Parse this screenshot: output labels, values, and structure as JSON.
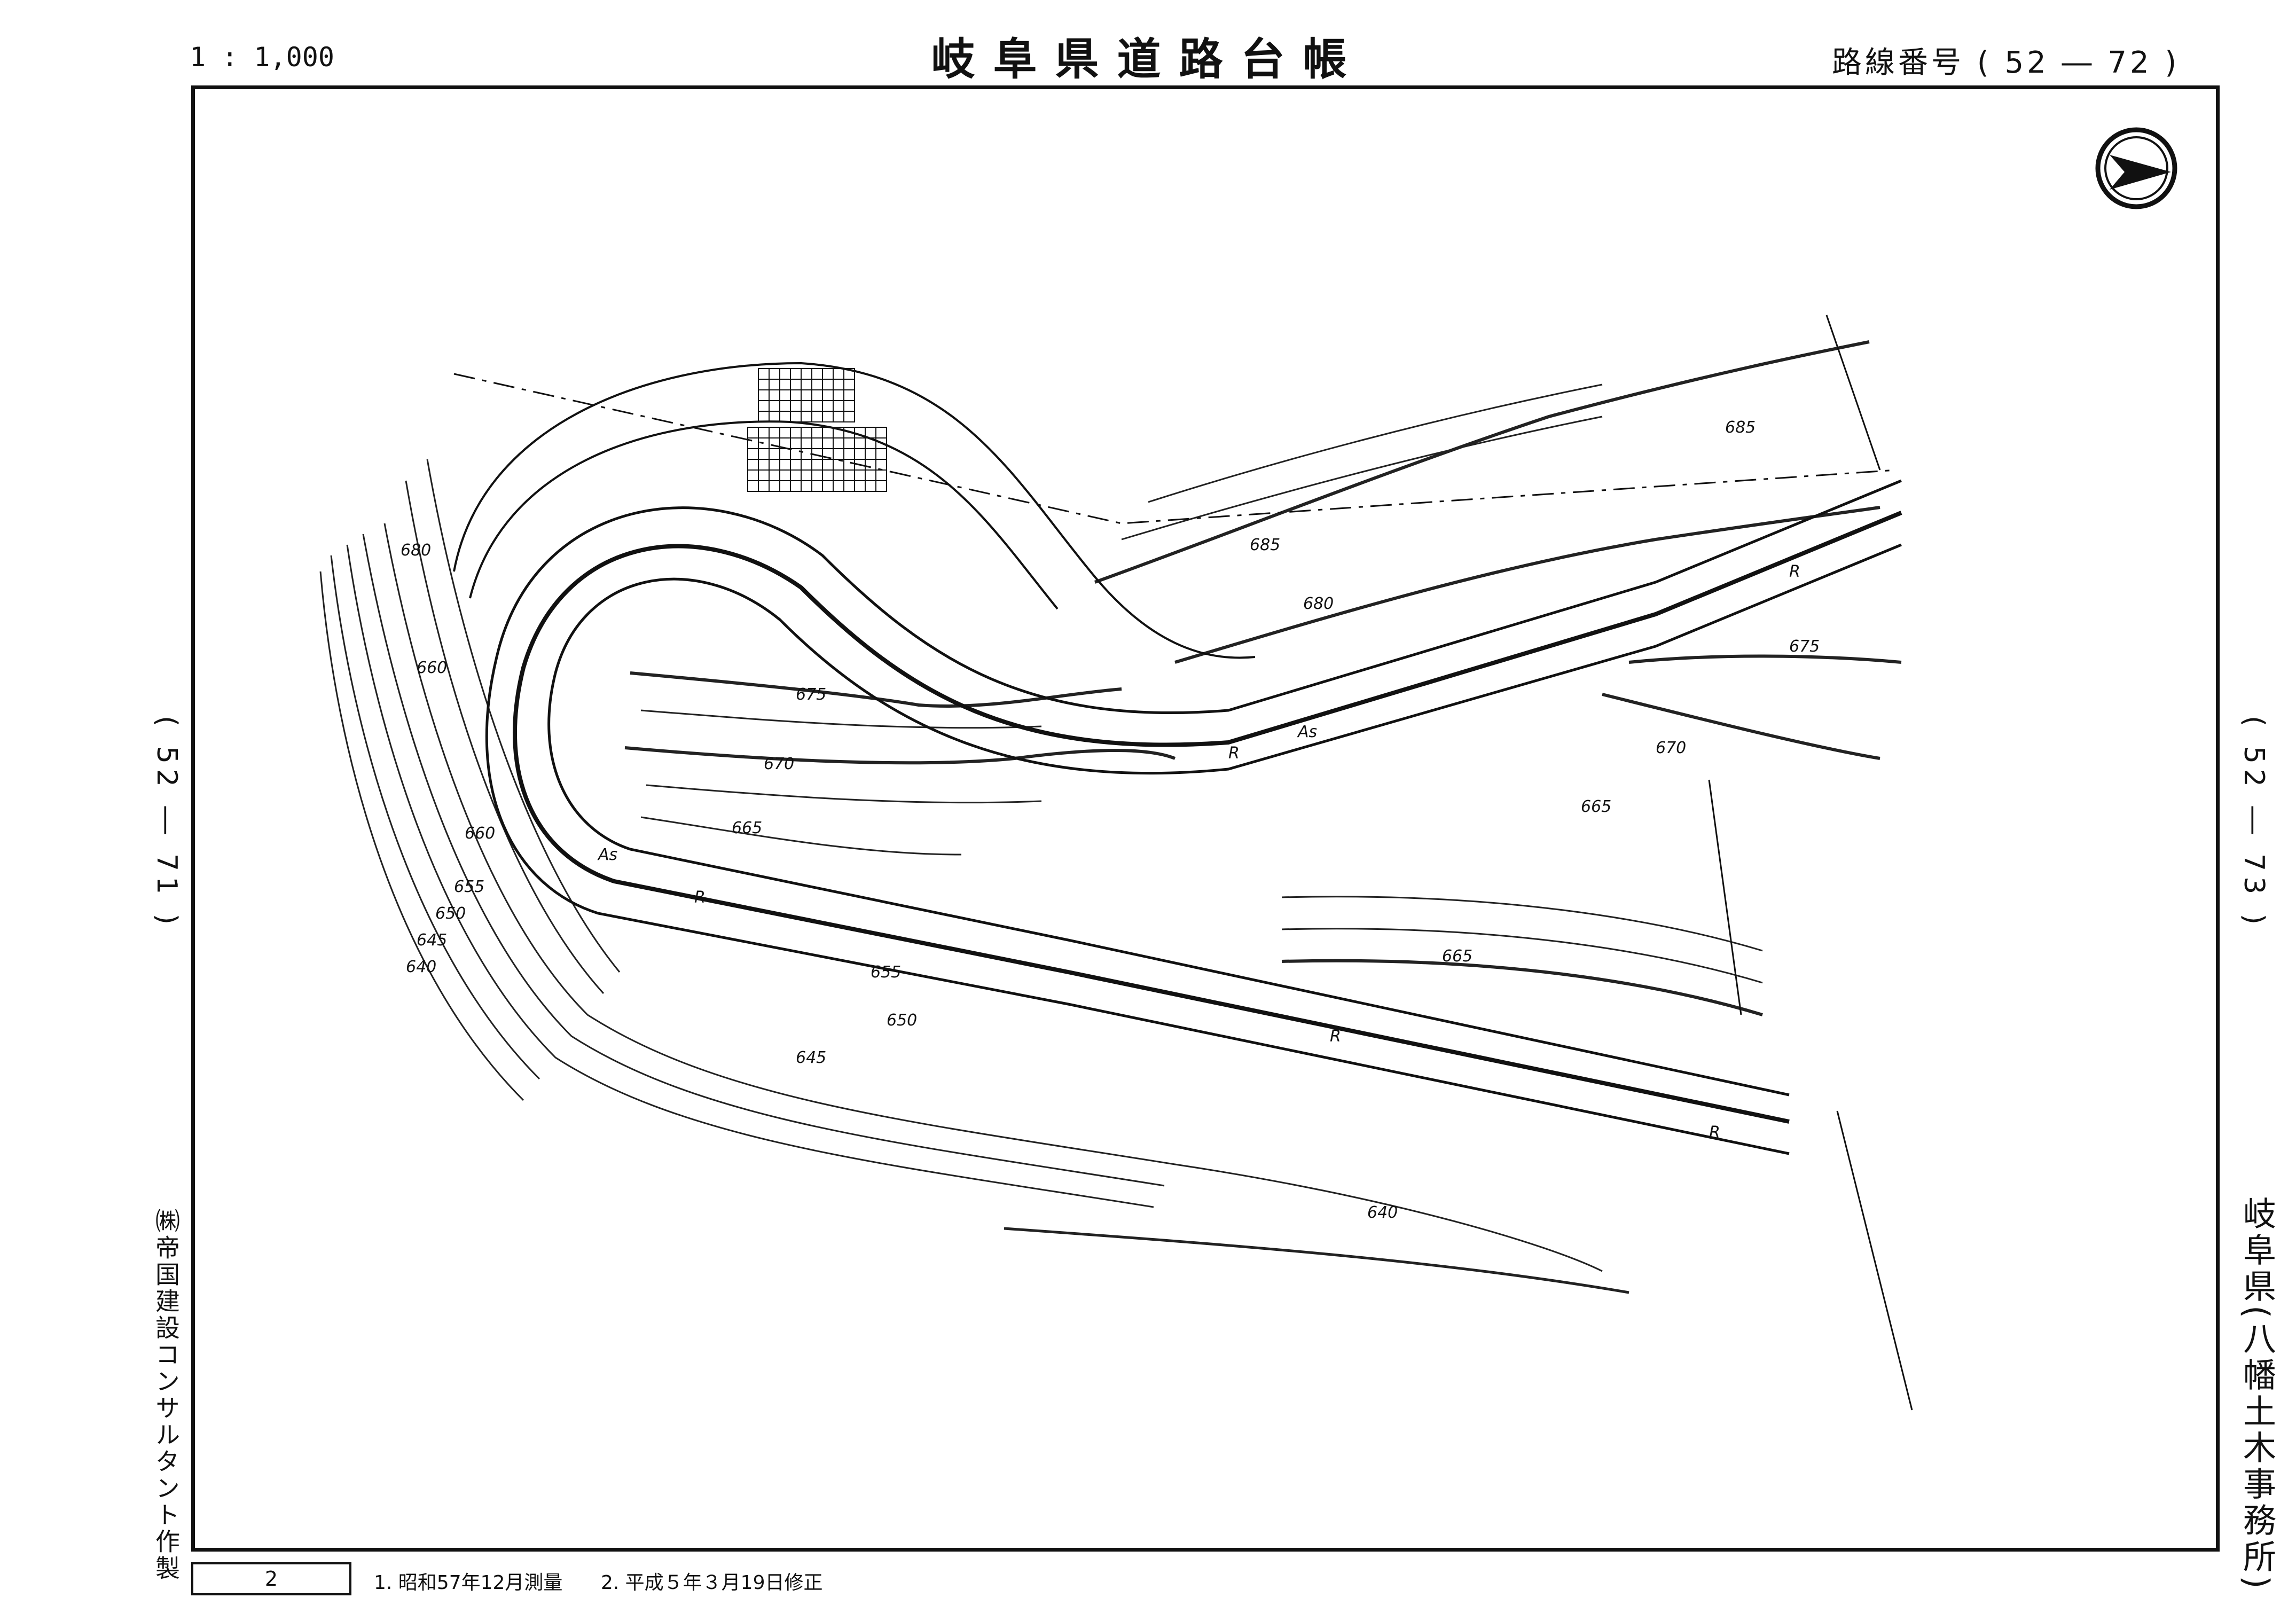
{
  "header": {
    "scale": "1 : 1,000",
    "title": "岐阜県道路台帳",
    "route_label": "路線番号",
    "route_number": "( 52 ― 72 )"
  },
  "adjacent_sheets": {
    "left": "( 52 ― 71 )",
    "right": "( 52 ― 73 )"
  },
  "side_labels": {
    "maker": "㈱帝国建設コンサルタント作製",
    "office": "岐阜県(八幡土木事務所)"
  },
  "footer": {
    "sheet_number": "2",
    "note1": "1. 昭和57年12月測量",
    "note2": "2. 平成５年３月19日修正"
  },
  "map": {
    "contour_labels": [
      "685",
      "680",
      "675",
      "670",
      "665",
      "660",
      "655",
      "650",
      "645",
      "640",
      "675",
      "670",
      "665",
      "680",
      "685",
      "665",
      "660",
      "655",
      "650",
      "645",
      "640"
    ],
    "road_labels": [
      "As",
      "As",
      "R",
      "R",
      "R",
      "R",
      "R"
    ],
    "north_arrow": "north-arrow-icon"
  }
}
